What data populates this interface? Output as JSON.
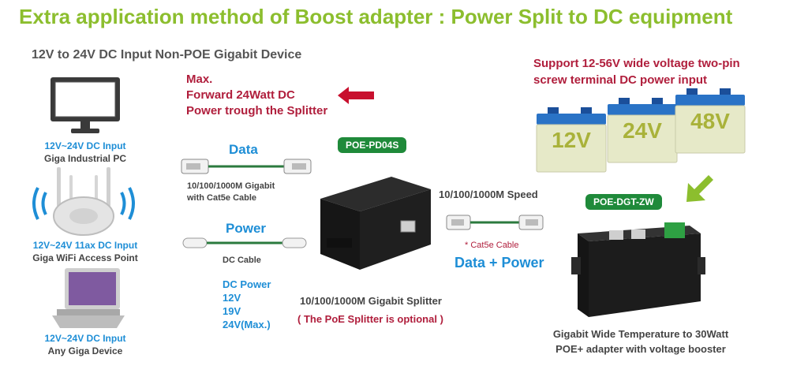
{
  "title": "Extra application method of Boost adapter : Power Split to DC equipment",
  "subtitle": "12V to 24V DC Input Non-POE Gigabit Device",
  "max_forward": [
    "Max.",
    "Forward 24Watt DC",
    "Power trough the Splitter"
  ],
  "support_note": [
    "Support 12-56V wide voltage two-pin",
    "screw terminal DC power input"
  ],
  "devices": [
    {
      "input": "12V~24V DC Input",
      "name": "Giga Industrial PC"
    },
    {
      "input": "12V~24V 11ax DC Input",
      "name": "Giga WiFi Access Point"
    },
    {
      "input": "12V~24V DC Input",
      "name": "Any Giga Device"
    }
  ],
  "data_label": "Data",
  "data_cable": [
    "10/100/1000M Gigabit",
    "with Cat5e Cable"
  ],
  "power_label": "Power",
  "dc_cable": "DC Cable",
  "dc_power": [
    "DC Power",
    "12V",
    "19V",
    "24V(Max.)"
  ],
  "splitter_model": "POE-PD04S",
  "splitter_caption": "10/100/1000M Gigabit Splitter",
  "splitter_optional": "( The PoE Splitter is optional )",
  "speed_label": "10/100/1000M Speed",
  "cat5e_note": "* Cat5e Cable",
  "data_power": "Data + Power",
  "batteries": [
    "12V",
    "24V",
    "48V"
  ],
  "adapter_model": "POE-DGT-ZW",
  "adapter_caption": [
    "Gigabit Wide Temperature to 30Watt",
    "POE+ adapter with voltage booster"
  ],
  "colors": {
    "title_green": "#8cbe2e",
    "accent_red": "#b01e3c",
    "accent_blue": "#1e8ed6",
    "pill_green": "#1f8a3a"
  }
}
